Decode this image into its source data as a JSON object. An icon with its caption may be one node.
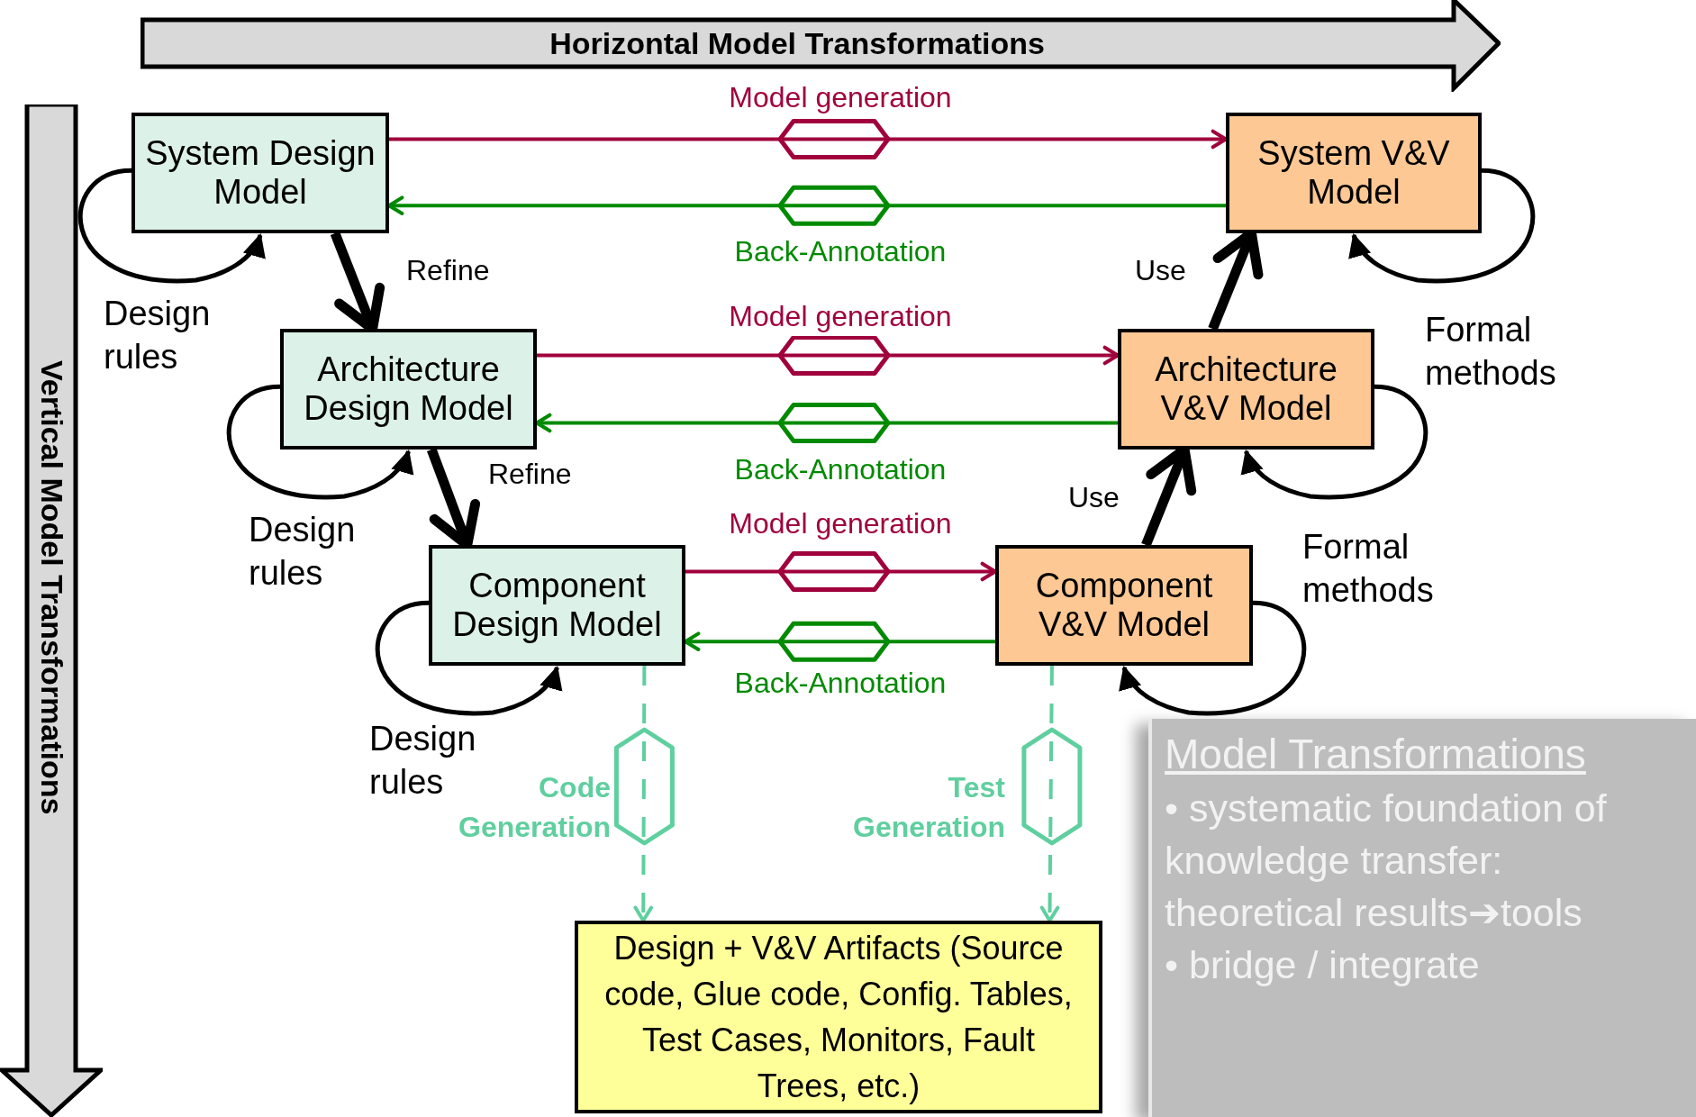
{
  "diagram": {
    "nodes": [
      {
        "text": [
          "Horizontal Model Transformations"
        ]
      },
      {
        "text": [
          "Vertical Model Transformations"
        ]
      },
      {
        "text": [
          "System Design Model"
        ]
      },
      {
        "text": [
          "System V&V Model"
        ]
      },
      {
        "text": [
          "Architecture Design Model"
        ]
      },
      {
        "text": [
          "Architecture V&V Model"
        ]
      },
      {
        "text": [
          "Component Design Model"
        ]
      },
      {
        "text": [
          "Component V&V Model"
        ]
      },
      {
        "text": [
          "Design + V&V Artifacts (Source code, Glue code, Config. Tables, Test Cases, Monitors, Fault Trees, etc.)"
        ]
      },
      {
        "text": [
          "Model Transformations",
          "• systematic foundation of knowledge transfer: theoretical results➔tools",
          "• bridge / integrate"
        ]
      }
    ],
    "edges": [
      {
        "from": 2,
        "to": 3,
        "arrow": "to",
        "label": "Model generation",
        "color": "#a0003c"
      },
      {
        "from": 3,
        "to": 2,
        "arrow": "to",
        "label": "Back-Annotation",
        "color": "#008a00"
      },
      {
        "from": 4,
        "to": 5,
        "arrow": "to",
        "label": "Model generation",
        "color": "#a0003c"
      },
      {
        "from": 5,
        "to": 4,
        "arrow": "to",
        "label": "Back-Annotation",
        "color": "#008a00"
      },
      {
        "from": 6,
        "to": 7,
        "arrow": "to",
        "label": "Model generation",
        "color": "#a0003c"
      },
      {
        "from": 7,
        "to": 6,
        "arrow": "to",
        "label": "Back-Annotation",
        "color": "#008a00"
      },
      {
        "from": 2,
        "to": 4,
        "arrow": "to",
        "label": "Refine",
        "style": "thick"
      },
      {
        "from": 4,
        "to": 6,
        "arrow": "to",
        "label": "Refine",
        "style": "thick"
      },
      {
        "from": 5,
        "to": 3,
        "arrow": "to",
        "label": "Use",
        "style": "thick"
      },
      {
        "from": 7,
        "to": 5,
        "arrow": "to",
        "label": "Use",
        "style": "thick"
      },
      {
        "from": 2,
        "to": 2,
        "arrow": "to",
        "label": "Design rules"
      },
      {
        "from": 4,
        "to": 4,
        "arrow": "to",
        "label": "Design rules"
      },
      {
        "from": 6,
        "to": 6,
        "arrow": "to",
        "label": "Design rules"
      },
      {
        "from": 3,
        "to": 3,
        "arrow": "to",
        "label": "Formal methods"
      },
      {
        "from": 5,
        "to": 5,
        "arrow": "to",
        "label": "Formal methods"
      },
      {
        "from": 7,
        "to": 7,
        "arrow": "to"
      },
      {
        "from": 6,
        "to": 8,
        "arrow": "to",
        "label": "Code Generation",
        "style": "dashed",
        "color": "#5fcf9f"
      },
      {
        "from": 7,
        "to": 8,
        "arrow": "to",
        "label": "Test Generation",
        "style": "dashed",
        "color": "#5fcf9f"
      }
    ]
  }
}
